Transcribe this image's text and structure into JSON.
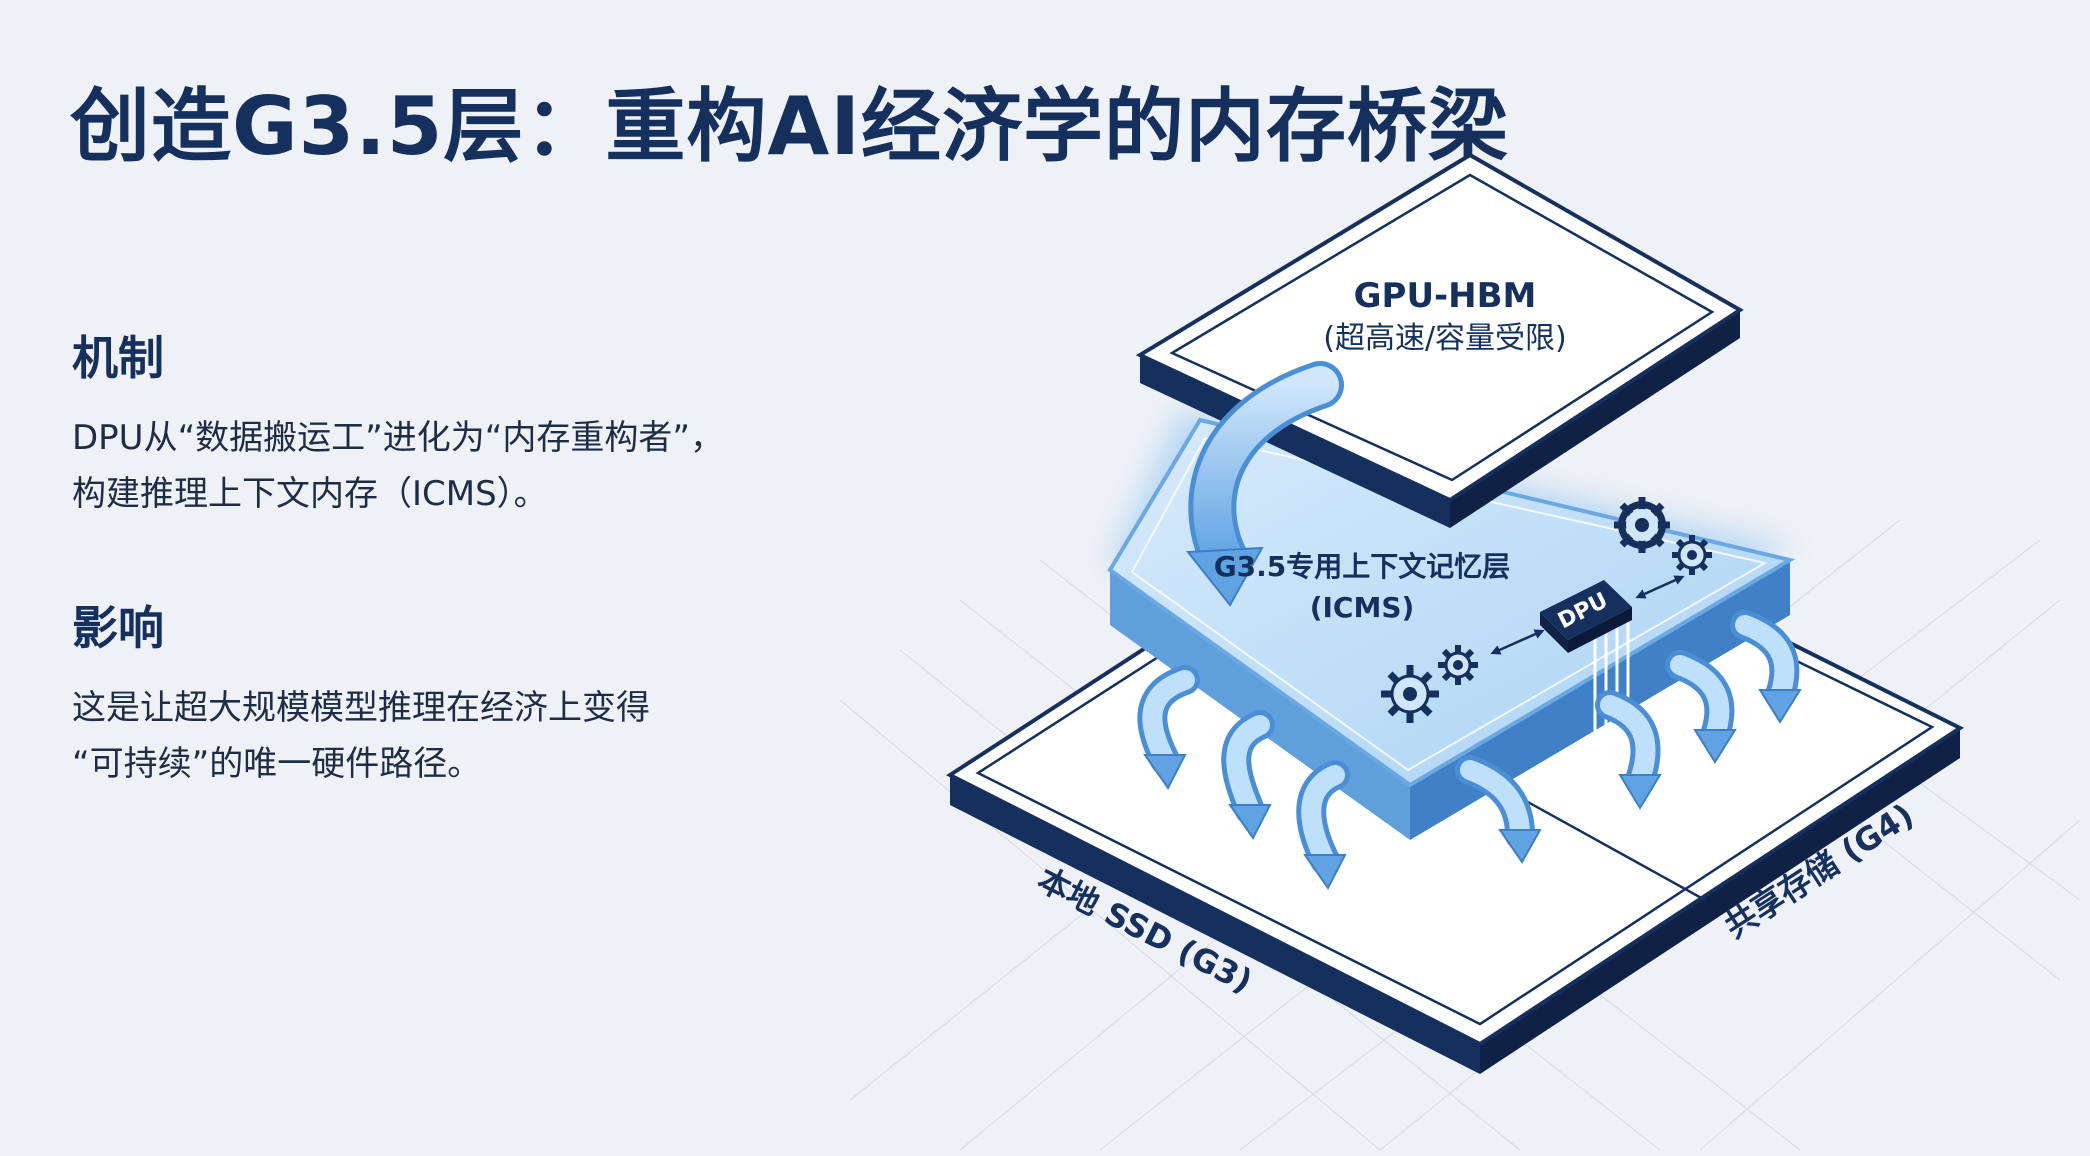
{
  "title": "创造G3.5层：重构AI经济学的内存桥梁",
  "mechanism": {
    "heading": "机制",
    "lines": [
      "DPU从“数据搬运工”进化为“内存重构者”，",
      "构建推理上下文内存（ICMS）。"
    ]
  },
  "impact": {
    "heading": "影响",
    "lines": [
      "这是让超大规模模型推理在经济上变得",
      "“可持续”的唯一硬件路径。"
    ]
  },
  "diagram": {
    "top_layer": {
      "name": "GPU-HBM",
      "desc": "(超高速/容量受限)"
    },
    "middle_layer": {
      "name": "G3.5专用上下文记忆层",
      "sub": "(ICMS)",
      "chip_label": "DPU"
    },
    "bottom_left": "本地 SSD (G3)",
    "bottom_right": "共享存储 (G4)"
  },
  "colors": {
    "navy": "#16305e",
    "accent_blue": "#4a90d9",
    "glow_blue": "#b9dbf7"
  }
}
